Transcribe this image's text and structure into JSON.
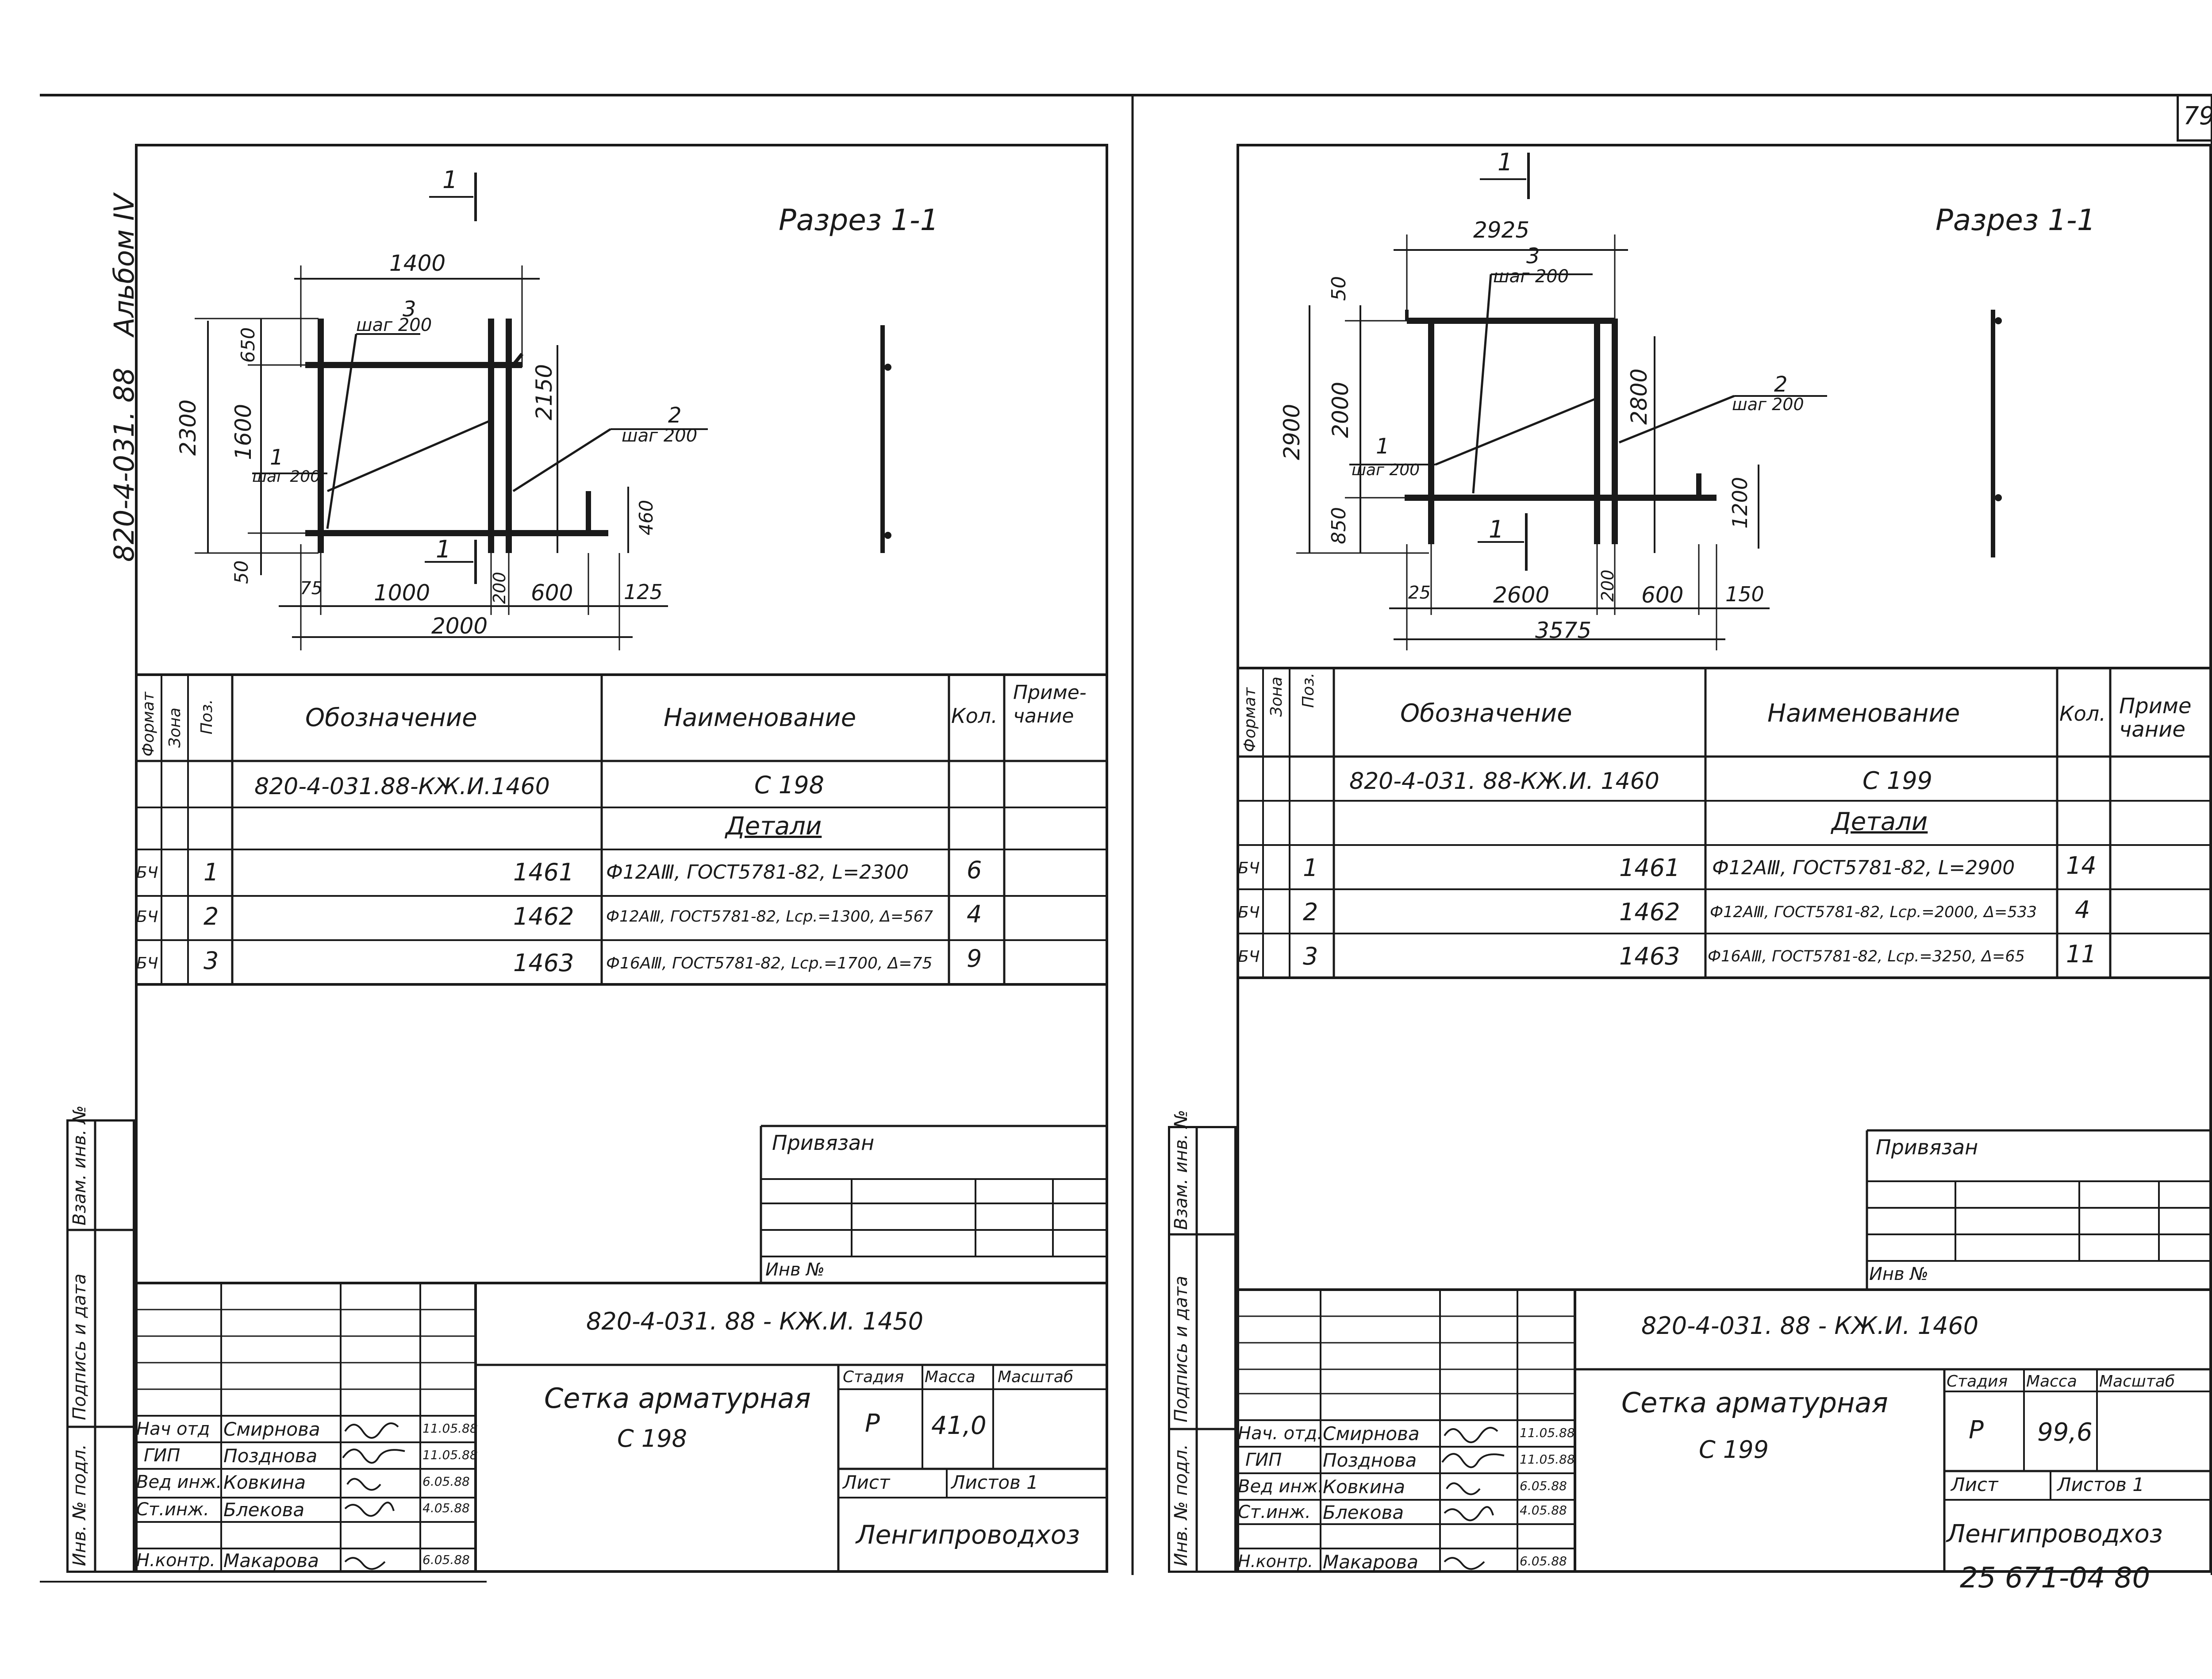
{
  "page_number": "79",
  "bottom_stamp": "25 671-04 80",
  "album": {
    "code": "820-4-031. 88",
    "label": "Альбом IV"
  },
  "side_strip": {
    "inv_podl": "Инв. № подл.",
    "podpis_data": "Подпись и дата",
    "vzam_inv": "Взам. инв. №"
  },
  "headers": {
    "format": "Формат",
    "zona": "Зона",
    "poz": "Поз.",
    "oboznachenie": "Обозначение",
    "naimenovanie": "Наименование",
    "kol": "Кол.",
    "primechanie_left": "Приме-\nчание",
    "primechanie_right": "Приме\nчание"
  },
  "left": {
    "section_title": "Разрез 1-1",
    "section_mark": "1",
    "dims": {
      "width_top": "1400",
      "h_total": "2300",
      "h_top": "650",
      "h_mid": "1600",
      "h_bottom": "50",
      "h_right": "2150",
      "h_right_small": "460",
      "bot_75": "75",
      "bot_1000": "1000",
      "bot_200": "200",
      "bot_600": "600",
      "bot_125": "125",
      "bot_total": "2000"
    },
    "leaders": [
      {
        "pos": "3",
        "step": "шаг 200"
      },
      {
        "pos": "1",
        "step": "шаг 200"
      },
      {
        "pos": "2",
        "step": "шаг 200"
      }
    ],
    "spec": {
      "doc_code": "820-4-031.88-КЖ.И.1460",
      "doc_name": "С 198",
      "details_label": "Детали",
      "rows": [
        {
          "format": "БЧ",
          "pos": "1",
          "code": "1461",
          "name": "Ф12АⅢ, ГОСТ5781-82, L=2300",
          "qty": "6"
        },
        {
          "format": "БЧ",
          "pos": "2",
          "code": "1462",
          "name": "Ф12АⅢ, ГОСТ5781-82, Lср.=1300, Δ=567",
          "qty": "4"
        },
        {
          "format": "БЧ",
          "pos": "3",
          "code": "1463",
          "name": "Ф16АⅢ, ГОСТ5781-82, Lср.=1700, Δ=75",
          "qty": "9"
        }
      ]
    },
    "privyazan": "Привязан",
    "inv_no": "Инв №",
    "title_block": {
      "doc_code": "820-4-031. 88 - КЖ.И. 1450",
      "title_line1": "Сетка арматурная",
      "title_line2": "С 198",
      "stadiya_label": "Стадия",
      "massa_label": "Масса",
      "masshtab_label": "Масштаб",
      "stadiya": "Р",
      "massa": "41,0",
      "list_label": "Лист",
      "listov_label": "Листов 1",
      "org": "Ленгипроводхоз",
      "staff": [
        {
          "role": "Нач отд",
          "name": "Смирнова",
          "date": "11.05.88"
        },
        {
          "role": "ГИП",
          "name": "Позднова",
          "date": "11.05.88"
        },
        {
          "role": "Вед инж.",
          "name": "Ковкина",
          "date": "6.05.88"
        },
        {
          "role": "Ст.инж.",
          "name": "Блекова",
          "date": "4.05.88"
        },
        {
          "role": "Н.контр.",
          "name": "Макарова",
          "date": "6.05.88"
        }
      ]
    }
  },
  "right": {
    "section_title": "Разрез 1-1",
    "section_mark": "1",
    "dims": {
      "width_top": "2925",
      "h_total": "2900",
      "h_top": "50",
      "h_mid": "2000",
      "h_bottom": "850",
      "h_right": "2800",
      "h_right_small": "1200",
      "bot_25": "25",
      "bot_2600": "2600",
      "bot_200": "200",
      "bot_600": "600",
      "bot_150": "150",
      "bot_total": "3575"
    },
    "leaders": [
      {
        "pos": "3",
        "step": "шаг 200"
      },
      {
        "pos": "1",
        "step": "шаг 200"
      },
      {
        "pos": "2",
        "step": "шаг 200"
      }
    ],
    "spec": {
      "doc_code": "820-4-031. 88-КЖ.И. 1460",
      "doc_name": "С 199",
      "details_label": "Детали",
      "rows": [
        {
          "format": "БЧ",
          "pos": "1",
          "code": "1461",
          "name": "Ф12АⅢ, ГОСТ5781-82, L=2900",
          "qty": "14"
        },
        {
          "format": "БЧ",
          "pos": "2",
          "code": "1462",
          "name": "Ф12АⅢ, ГОСТ5781-82, Lср.=2000, Δ=533",
          "qty": "4"
        },
        {
          "format": "БЧ",
          "pos": "3",
          "code": "1463",
          "name": "Ф16АⅢ, ГОСТ5781-82, Lср.=3250, Δ=65",
          "qty": "11"
        }
      ]
    },
    "privyazan": "Привязан",
    "inv_no": "Инв №",
    "title_block": {
      "doc_code": "820-4-031. 88 - КЖ.И. 1460",
      "title_line1": "Сетка арматурная",
      "title_line2": "С 199",
      "stadiya_label": "Стадия",
      "massa_label": "Масса",
      "masshtab_label": "Масштаб",
      "stadiya": "Р",
      "massa": "99,6",
      "list_label": "Лист",
      "listov_label": "Листов 1",
      "org": "Ленгипроводхоз",
      "staff": [
        {
          "role": "Нач. отд.",
          "name": "Смирнова",
          "date": "11.05.88"
        },
        {
          "role": "ГИП",
          "name": "Позднова",
          "date": "11.05.88"
        },
        {
          "role": "Вед инж.",
          "name": "Ковкина",
          "date": "6.05.88"
        },
        {
          "role": "Ст.инж.",
          "name": "Блекова",
          "date": "4.05.88"
        },
        {
          "role": "Н.контр.",
          "name": "Макарова",
          "date": "6.05.88"
        }
      ]
    }
  }
}
